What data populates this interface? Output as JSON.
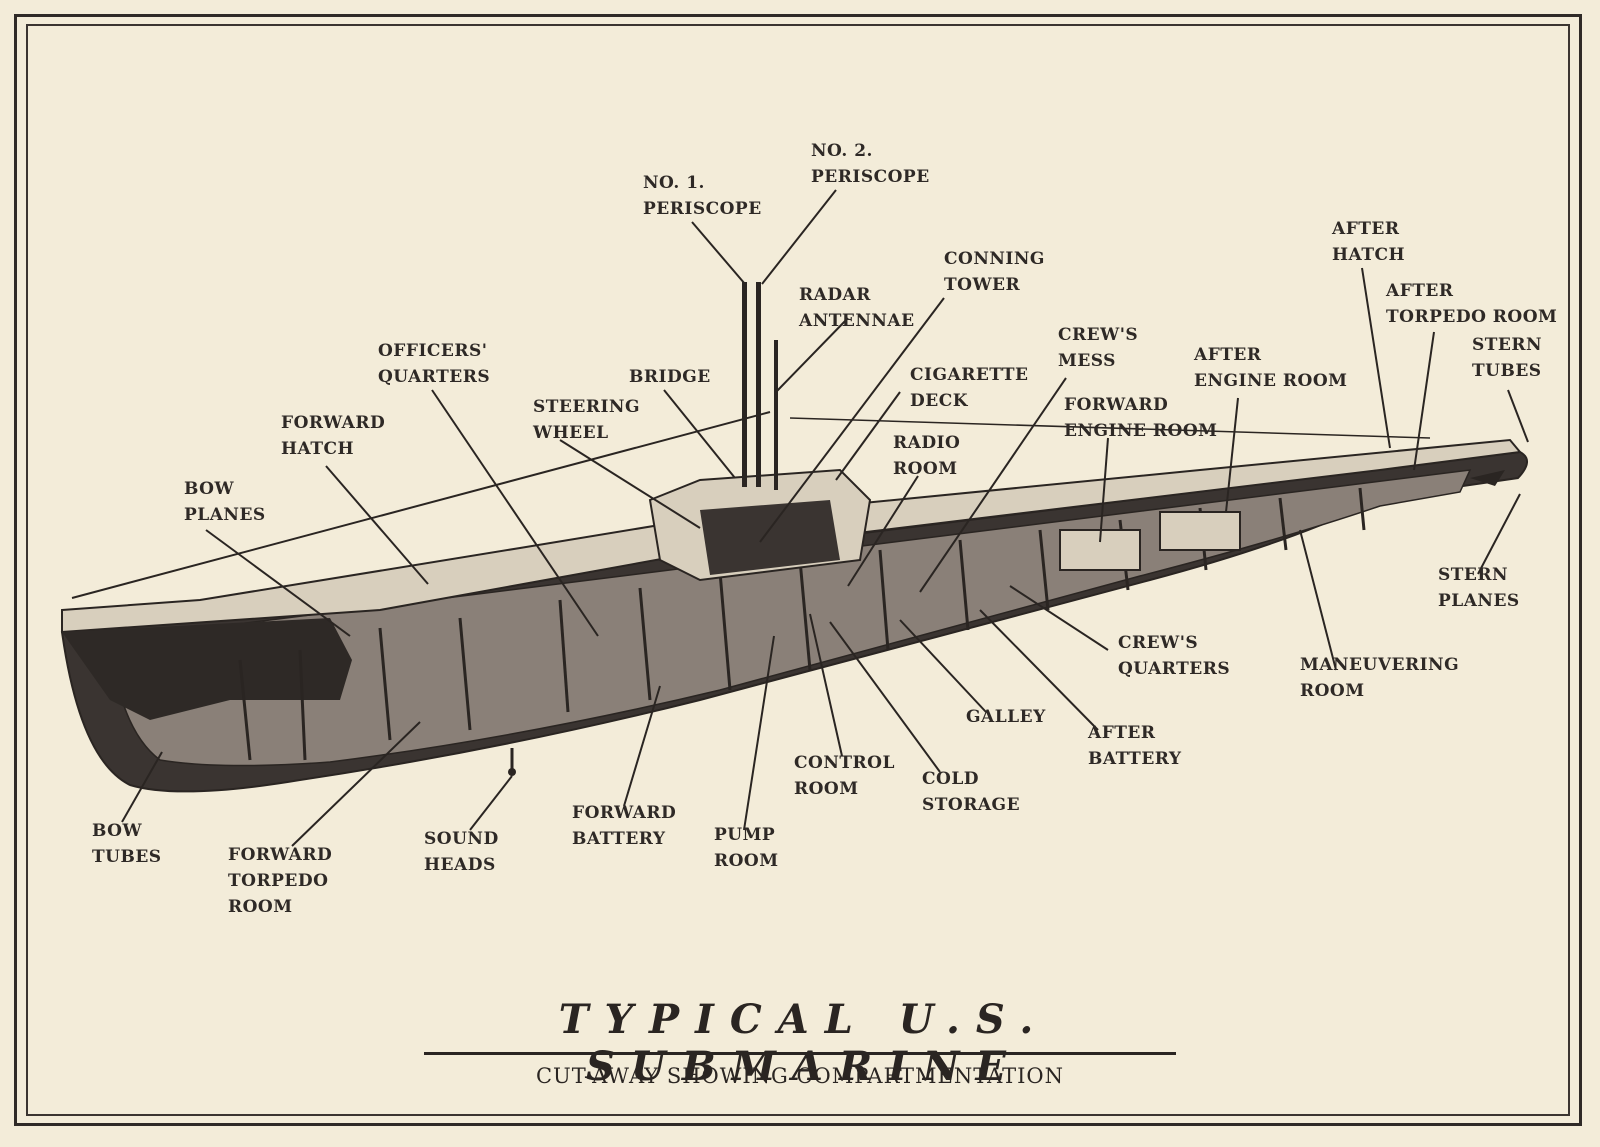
{
  "title": "TYPICAL U.S. SUBMARINE",
  "subtitle": "CUT-AWAY SHOWING COMPARTMENTATION",
  "labels": {
    "no1_periscope": "NO. 1.\nPERISCOPE",
    "no2_periscope": "NO. 2.\nPERISCOPE",
    "conning_tower": "CONNING\nTOWER",
    "radar_antennae": "RADAR\nANTENNAE",
    "officers_quarters": "OFFICERS'\nQUARTERS",
    "bridge": "BRIDGE",
    "cigarette_deck": "CIGARETTE\nDECK",
    "steering_wheel": "STEERING\nWHEEL",
    "forward_hatch": "FORWARD\nHATCH",
    "radio_room": "RADIO\nROOM",
    "crews_mess": "CREW'S\nMESS",
    "forward_engine_room": "FORWARD\nENGINE ROOM",
    "after_engine_room": "AFTER\nENGINE ROOM",
    "after_hatch": "AFTER\nHATCH",
    "after_torpedo_room": "AFTER\nTORPEDO ROOM",
    "stern_tubes": "STERN\nTUBES",
    "bow_planes": "BOW\nPLANES",
    "stern_planes": "STERN\nPLANES",
    "crews_quarters": "CREW'S\nQUARTERS",
    "maneuvering_room": "MANEUVERING\nROOM",
    "galley": "GALLEY",
    "after_battery": "AFTER\nBATTERY",
    "control_room": "CONTROL\nROOM",
    "cold_storage": "COLD\nSTORAGE",
    "bow_tubes": "BOW\nTUBES",
    "forward_torpedo_room": "FORWARD\nTORPEDO\nROOM",
    "sound_heads": "SOUND\nHEADS",
    "forward_battery": "FORWARD\nBATTERY",
    "pump_room": "PUMP\nROOM"
  },
  "colors": {
    "paper": "#f3ecd9",
    "ink": "#2a2522",
    "hull_dark": "#3a3431",
    "hull_mid": "#6b625b",
    "hull_light": "#d8cfbd"
  }
}
